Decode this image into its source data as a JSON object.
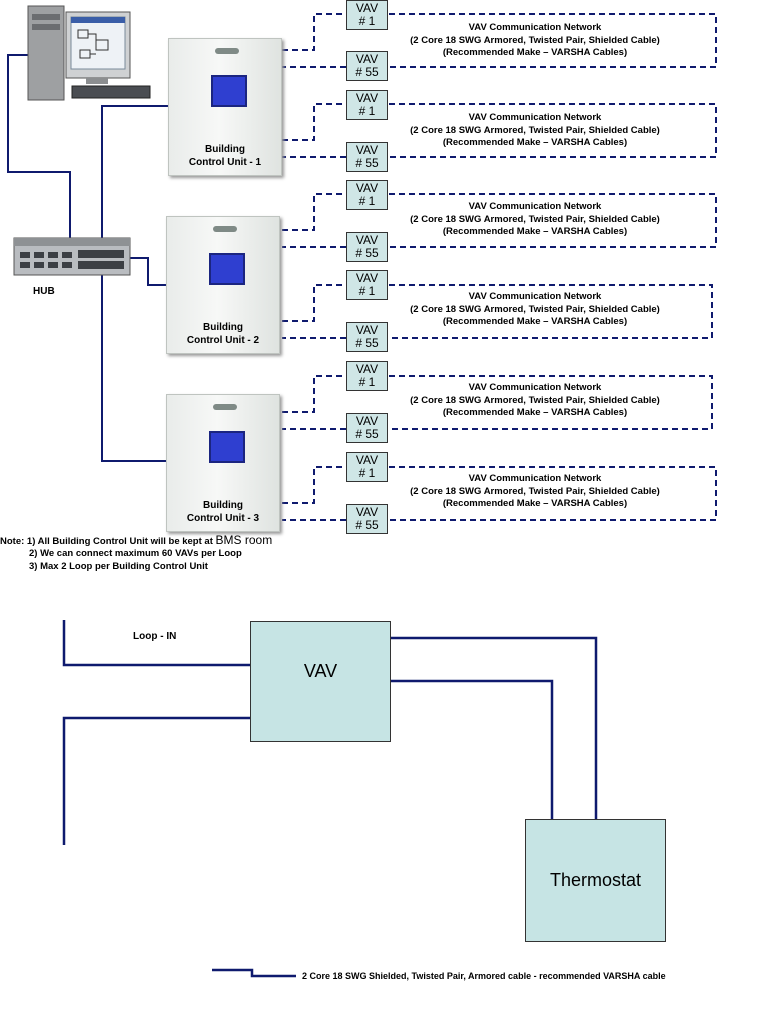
{
  "network": {
    "title": "VAV Communication Network",
    "spec": "(2 Core 18 SWG Armored, Twisted Pair, Shielded Cable)",
    "make": "(Recommended Make – VARSHA Cables)"
  },
  "vav": {
    "label": "VAV",
    "first": "# 1",
    "last": "# 55"
  },
  "hub": {
    "label": "HUB"
  },
  "bcu": [
    {
      "line1": "Building",
      "line2": "Control Unit - 1"
    },
    {
      "line1": "Building",
      "line2": "Control Unit - 2"
    },
    {
      "line1": "Building",
      "line2": "Control Unit - 3"
    }
  ],
  "notes": {
    "line1_prefix": "Note: 1) All Building Control Unit will be kept at ",
    "line1_suffix": "BMS room",
    "line2": "2) We can connect maximum 60 VAVs per Loop",
    "line3": "3) Max 2 Loop per Building Control Unit"
  },
  "wiring": {
    "loop_in": "Loop - IN",
    "vav": "VAV",
    "thermostat": "Thermostat",
    "legend": "2 Core 18 SWG Shielded, Twisted Pair, Armored cable  - recommended VARSHA cable"
  },
  "colors": {
    "cable": "#0f1a6e",
    "box_fill": "#c6e4e4",
    "screen": "#2f3fd0"
  }
}
